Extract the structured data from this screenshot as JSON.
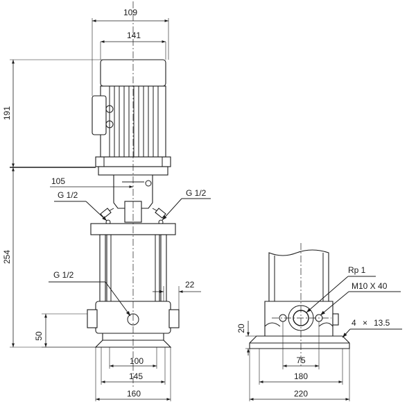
{
  "labels": {
    "dim_109": "109",
    "dim_141": "141",
    "dim_191": "191",
    "dim_254": "254",
    "dim_105": "105",
    "port_left": "G 1/2",
    "port_right": "G 1/2",
    "port_lower": "G 1/2",
    "dim_22": "22",
    "dim_50": "50",
    "dim_100": "100",
    "dim_145": "145",
    "dim_160": "160",
    "thread_rp": "Rp 1",
    "bolt_spec": "M10 X 40",
    "holes_count": "4",
    "holes_times": "×",
    "holes_dia": "13.5",
    "dim_20": "20",
    "dim_75": "75",
    "dim_180": "180",
    "dim_220": "220"
  }
}
